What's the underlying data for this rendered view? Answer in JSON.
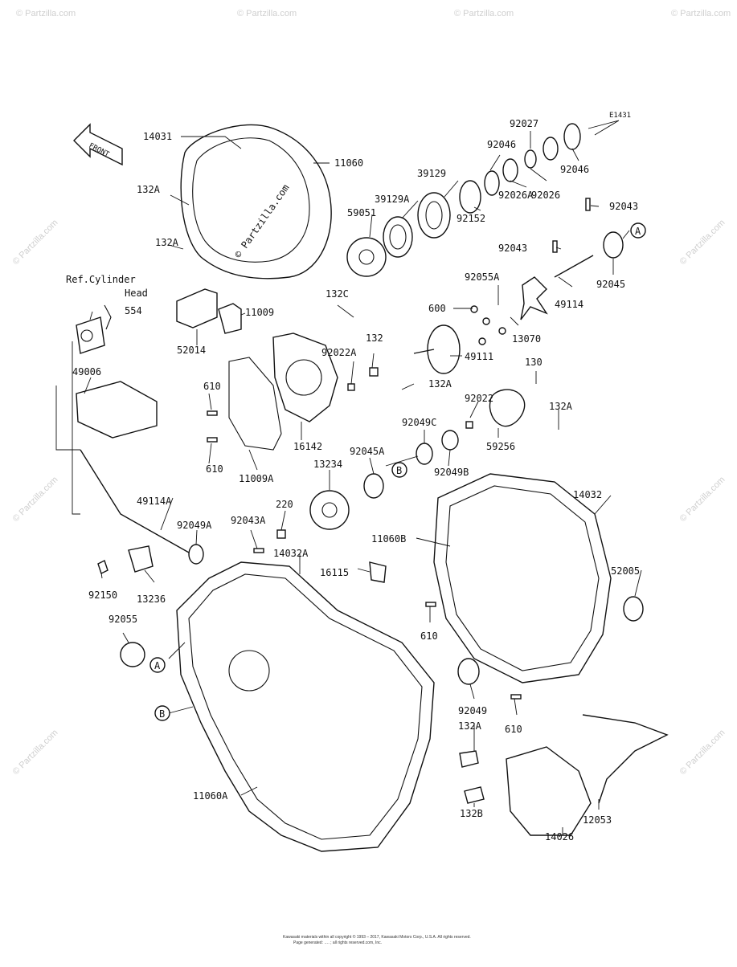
{
  "diagram": {
    "ref_code": "E1431",
    "front_label": "FRONT",
    "ref_note": [
      "Ref.Cylinder",
      "Head"
    ],
    "watermark": "© Partzilla.com",
    "footer_lines": [
      "Kawasaki materials within all copyright © 1993 – 2017, Kawasaki Motors Corp., U.S.A. All rights reserved.",
      "Page generated: …. ; all rights reserved.com, Inc."
    ],
    "callouts": {
      "c14031": "14031",
      "c11060": "11060",
      "c132A_1": "132A",
      "c132A_2": "132A",
      "c554": "554",
      "c52014": "52014",
      "c11009": "11009",
      "c132C": "132C",
      "c59051": "59051",
      "c39129A": "39129A",
      "c39129": "39129",
      "c92046_1": "92046",
      "c92027": "92027",
      "c92046_2": "92046",
      "c92026": "92026",
      "c92026A": "92026A",
      "c92152": "92152",
      "c92043_1": "92043",
      "c92043_2": "92043",
      "c92045": "92045",
      "c49114": "49114",
      "c92055A": "92055A",
      "c600": "600",
      "c13070": "13070",
      "c49111": "49111",
      "c92022A": "92022A",
      "c132": "132",
      "c132A_3": "132A",
      "c130": "130",
      "c92022": "92022",
      "c59256": "59256",
      "c132A_4": "132A",
      "c49006": "49006",
      "c610_1": "610",
      "c610_2": "610",
      "c11009A": "11009A",
      "c16142": "16142",
      "c92049C": "92049C",
      "c92049B": "92049B",
      "c92045A": "92045A",
      "c13234": "13234",
      "c49114A": "49114A",
      "c220": "220",
      "c92049A": "92049A",
      "c92043A": "92043A",
      "c14032A": "14032A",
      "c11060B": "11060B",
      "c14032": "14032",
      "c16115": "16115",
      "c52005": "52005",
      "c92150": "92150",
      "c13236": "13236",
      "c92055": "92055",
      "c610_3": "610",
      "c92049": "92049",
      "c132A_5": "132A",
      "c610_4": "610",
      "c11060A": "11060A",
      "c132B": "132B",
      "c12053": "12053",
      "c14026": "14026"
    },
    "markers": {
      "a1": "A",
      "a2": "A",
      "b1": "B",
      "b2": "B"
    }
  }
}
